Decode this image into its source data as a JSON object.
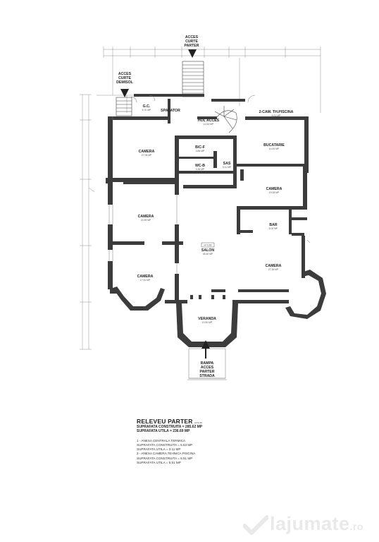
{
  "access": {
    "courtyard_top": [
      "ACCES",
      "CURTE",
      "PARTER"
    ],
    "courtyard_left": [
      "ACCES",
      "CURTE",
      "DEMISOL"
    ],
    "ramp": [
      "RAMPA",
      "ACCES",
      "PARTER",
      "STRADA"
    ]
  },
  "rooms": [
    {
      "id": "gc",
      "name": "G.C.",
      "area": "5.70 MP"
    },
    {
      "id": "spalator",
      "name": "SPALATOR",
      "area": ""
    },
    {
      "id": "holacces",
      "name": "HOL ACCES",
      "area": "12.64 MP"
    },
    {
      "id": "camtpiscina",
      "name": "2-CAM. TH.PISCINA",
      "area": "6.51 MP"
    },
    {
      "id": "camera1",
      "name": "CAMERA",
      "area": "27.05 MP"
    },
    {
      "id": "bcf",
      "name": "B/C-F",
      "area": "3.86 MP"
    },
    {
      "id": "wcb",
      "name": "WC-B",
      "area": "3.36 MP"
    },
    {
      "id": "sas",
      "name": "SAS",
      "area": "5.11 MP"
    },
    {
      "id": "bucatarie",
      "name": "BUCATARIE",
      "area": "14.64 MP"
    },
    {
      "id": "camera2",
      "name": "CAMERA",
      "area": "19.08 MP"
    },
    {
      "id": "camera3",
      "name": "CAMERA",
      "area": "23.95 MP"
    },
    {
      "id": "bar",
      "name": "BAR",
      "area": "8.00 MP"
    },
    {
      "id": "salon",
      "name": "SALON",
      "area": "45.40 MP"
    },
    {
      "id": "camera4",
      "name": "CAMERA",
      "area": "27.35 MP"
    },
    {
      "id": "camera5",
      "name": "CAMERA",
      "area": "17.51 MP"
    },
    {
      "id": "veranda",
      "name": "VERANDA",
      "area": "10.50 MP"
    }
  ],
  "salon_tag": "H=3.60",
  "legend": {
    "title": "RELEVEU PARTER",
    "title_note": "H=3.60",
    "lines_bold": [
      "SUPRAFATA CONSTRUITA = 285.62 MP",
      "SUPRAFATA UTILA = 236.69 MP"
    ],
    "annexes": [
      {
        "title": "1 - ANEXA CENTRALA TERMICA",
        "lines": [
          "SUPRAFATA CONSTRUITA = 5.53 MP",
          "SUPRAFATA UTILA = 3.11 MP"
        ]
      },
      {
        "title": "2 - ANEXA CAMERA TEHNICA PISCINA",
        "lines": [
          "SUPRAFATA CONSTRUITA = 8.51 MP",
          "SUPRAFATA UTILA = 6.51 MP"
        ]
      }
    ]
  },
  "watermark": {
    "brand": "lajumate",
    "tld": ".ro"
  },
  "colors": {
    "wall": "#3c3c3c",
    "line": "#777777",
    "watermark": "#e9e9e9"
  }
}
